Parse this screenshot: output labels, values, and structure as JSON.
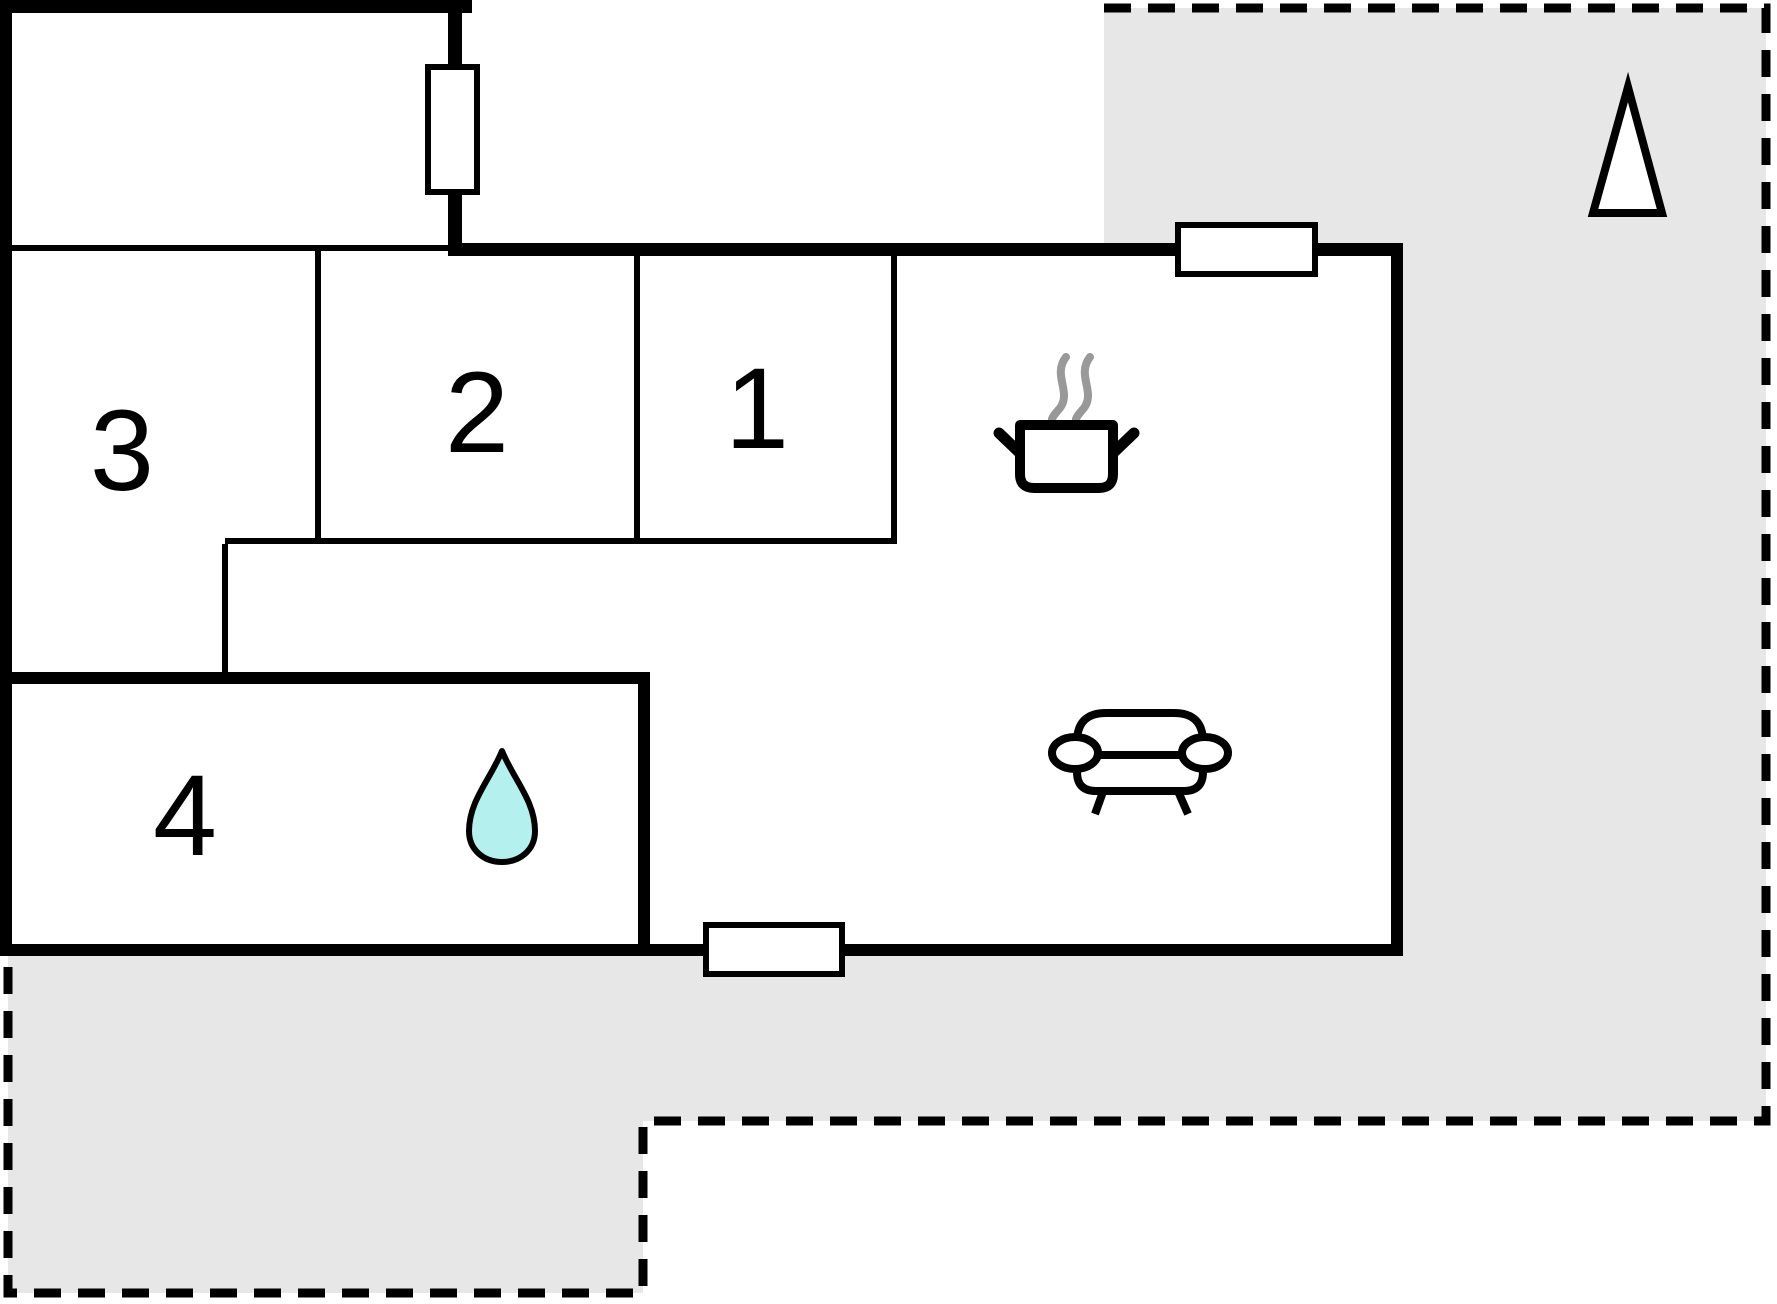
{
  "floor_plan": {
    "rooms": [
      {
        "label": "1"
      },
      {
        "label": "2"
      },
      {
        "label": "3"
      },
      {
        "label": "4"
      }
    ],
    "icons": {
      "water_drop": "water-drop-icon",
      "cooking_pot": "cooking-pot-icon",
      "sofa": "sofa-icon",
      "north_tree": "tree-triangle-icon"
    },
    "colors": {
      "wall": "#000000",
      "terrace": "#e7e7e7",
      "window_fill": "#ffffff",
      "icon_fill": "#ffffff",
      "water_drop_fill": "#b4f1ee",
      "steam": "#999999"
    }
  }
}
